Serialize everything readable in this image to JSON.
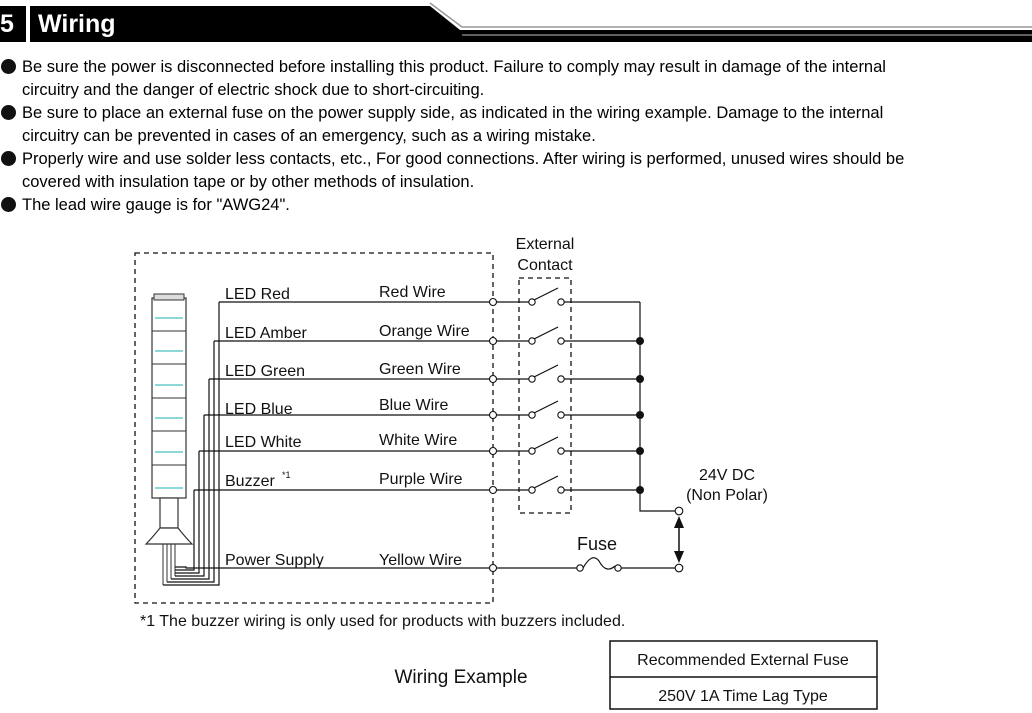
{
  "section": {
    "number": "5",
    "title": "Wiring"
  },
  "notes": [
    {
      "line1": "Be sure the power is disconnected  before installing this product.  Failure to comply may result in damage of the internal",
      "line2": "circuitry and the danger of electric shock due to short-circuiting."
    },
    {
      "line1": "Be sure to place an external fuse on the power supply side, as indicated in the wiring example.  Damage to the internal",
      "line2": "circuitry can be prevented in cases of an emergency, such as a wiring mistake."
    },
    {
      "line1": "Properly wire and use solder less contacts, etc., For good connections.  After wiring is performed, unused wires should be",
      "line2": "covered with insulation tape or by other methods of insulation."
    },
    {
      "line1": "The lead wire gauge is for \"AWG24\".",
      "line2": ""
    }
  ],
  "diagram": {
    "external_contact": {
      "line1": "External",
      "line2": "Contact"
    },
    "rows": [
      {
        "led": "LED Red",
        "wire": "Red Wire"
      },
      {
        "led": "LED Amber",
        "wire": "Orange Wire"
      },
      {
        "led": "LED Green",
        "wire": "Green Wire"
      },
      {
        "led": "LED Blue",
        "wire": "Blue Wire"
      },
      {
        "led": "LED White",
        "wire": "White Wire"
      },
      {
        "led": "Buzzer",
        "led_sup": "*1",
        "wire": "Purple Wire"
      }
    ],
    "power": {
      "led": "Power Supply",
      "wire": "Yellow Wire"
    },
    "supply": {
      "line1": "24V DC",
      "line2": "(Non Polar)"
    },
    "fuse_label": "Fuse",
    "footnote": "*1  The buzzer wiring is only used for products with buzzers included.",
    "caption": "Wiring Example",
    "fuse_table": {
      "header": "Recommended External Fuse",
      "value": "250V 1A  Time Lag Type"
    }
  },
  "colors": {
    "header_bg": "#000000",
    "ink": "#111111"
  }
}
